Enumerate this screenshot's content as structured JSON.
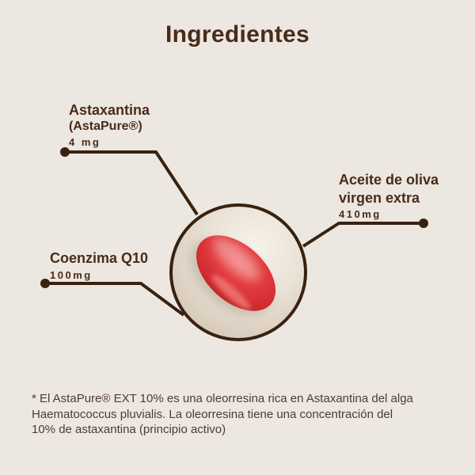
{
  "colors": {
    "background": "#ece7e0",
    "heading": "#4a2b1a",
    "line": "#38220f",
    "capsule_red": "#dd3a3d"
  },
  "title": "Ingredientes",
  "callouts": [
    {
      "name": "Astaxantina",
      "subname": "(AstaPure®)",
      "amount": "4 mg"
    },
    {
      "name_line1": "Aceite de oliva",
      "name_line2": "virgen extra",
      "amount": "410mg"
    },
    {
      "name": "Coenzima Q10",
      "amount": "100mg"
    }
  ],
  "center_image": "red-softgel-capsule",
  "footnote": {
    "lines": [
      "* El AstaPure® EXT 10% es una oleorresina rica en Astaxantina del alga",
      "Haematococcus pluvialis. La oleorresina tiene una concentración del",
      "10% de astaxantina (principio activo)"
    ]
  }
}
